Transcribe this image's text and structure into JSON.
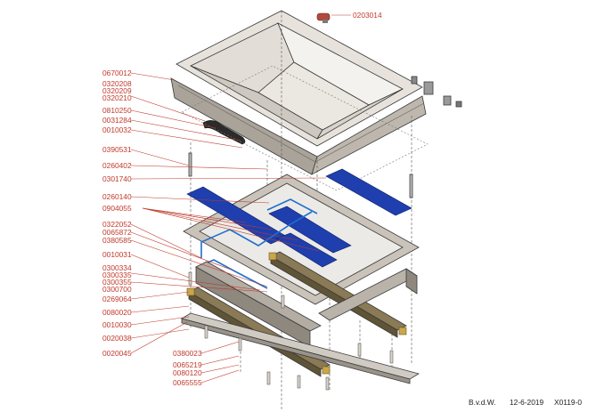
{
  "part_numbers": {
    "p0203014": "0203014",
    "p0670012": "0670012",
    "p0320208": "0320208",
    "p0320209": "0320209",
    "p0320210": "0320210",
    "p0810250": "0810250",
    "p0031284": "0031284",
    "p0010032": "0010032",
    "p0390531": "0390531",
    "p0260402": "0260402",
    "p0301740": "0301740",
    "p0260140": "0260140",
    "p0904055": "0904055",
    "p0322052": "0322052",
    "p0065872": "0065872",
    "p0380585": "0380585",
    "p0010031": "0010031",
    "p0300334": "0300334",
    "p0300335": "0300335",
    "p0300355": "0300355",
    "p0300700": "0300700",
    "p0269064": "0269064",
    "p0080020": "0080020",
    "p0010030": "0010030",
    "p0020038": "0020038",
    "p0020045": "0020045",
    "p0380023": "0380023",
    "p0065219": "0065219",
    "p0080120": "0080120",
    "p0065555": "0065555"
  },
  "footer": {
    "author": "B.v.d.W.",
    "date": "12-6-2019",
    "drawing_no": "X0119-0"
  },
  "colors": {
    "label": "#c0392b",
    "hull_light": "#efece6",
    "hull_dark": "#a29c93",
    "frame": "#b9b3aa",
    "blue_panel": "#1f3fae",
    "rail": "#8a7a55"
  }
}
